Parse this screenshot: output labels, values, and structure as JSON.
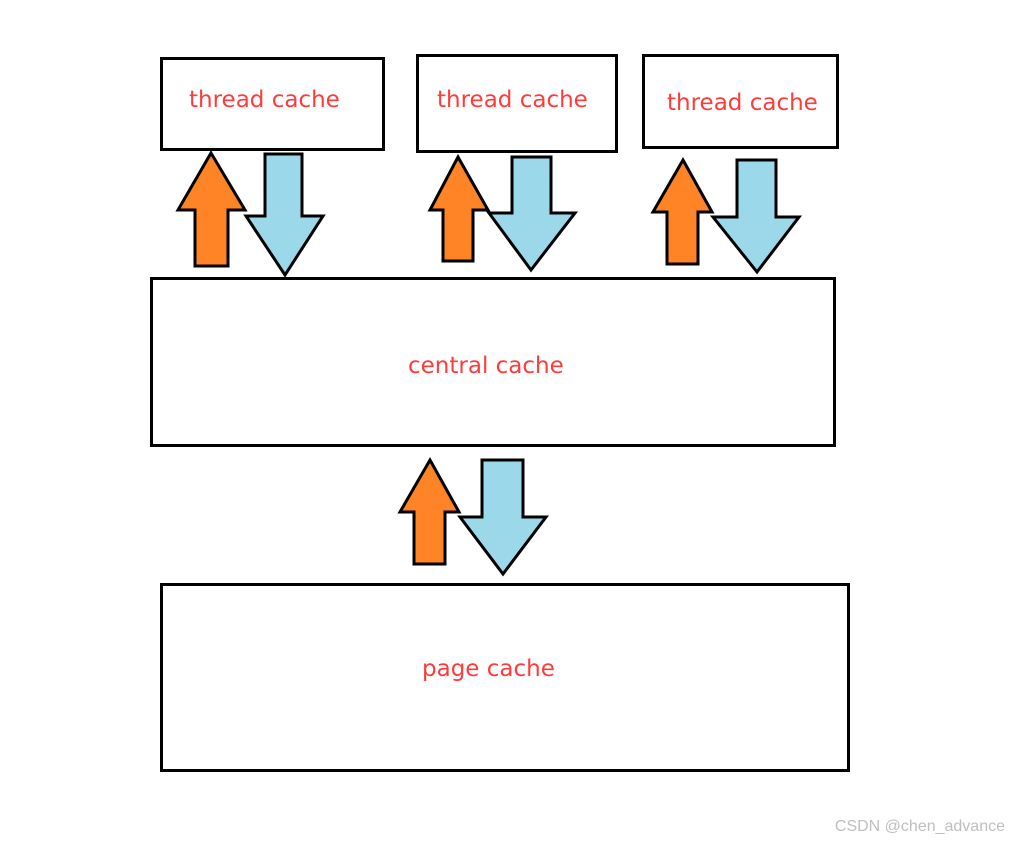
{
  "diagram": {
    "thread_caches": [
      {
        "label": "thread cache"
      },
      {
        "label": "thread cache"
      },
      {
        "label": "thread cache"
      }
    ],
    "central_cache": {
      "label": "central cache"
    },
    "page_cache": {
      "label": "page cache"
    }
  },
  "colors": {
    "label_text": "#ff3b3b",
    "box_border": "#000000",
    "up_arrow_fill": "#ff8426",
    "down_arrow_fill": "#9bd9ea",
    "arrow_stroke": "#000000",
    "watermark_text": "#bfbfbf"
  },
  "icons": {
    "up_arrow": "up-arrow-icon",
    "down_arrow": "down-arrow-icon"
  },
  "watermark": "CSDN @chen_advance"
}
